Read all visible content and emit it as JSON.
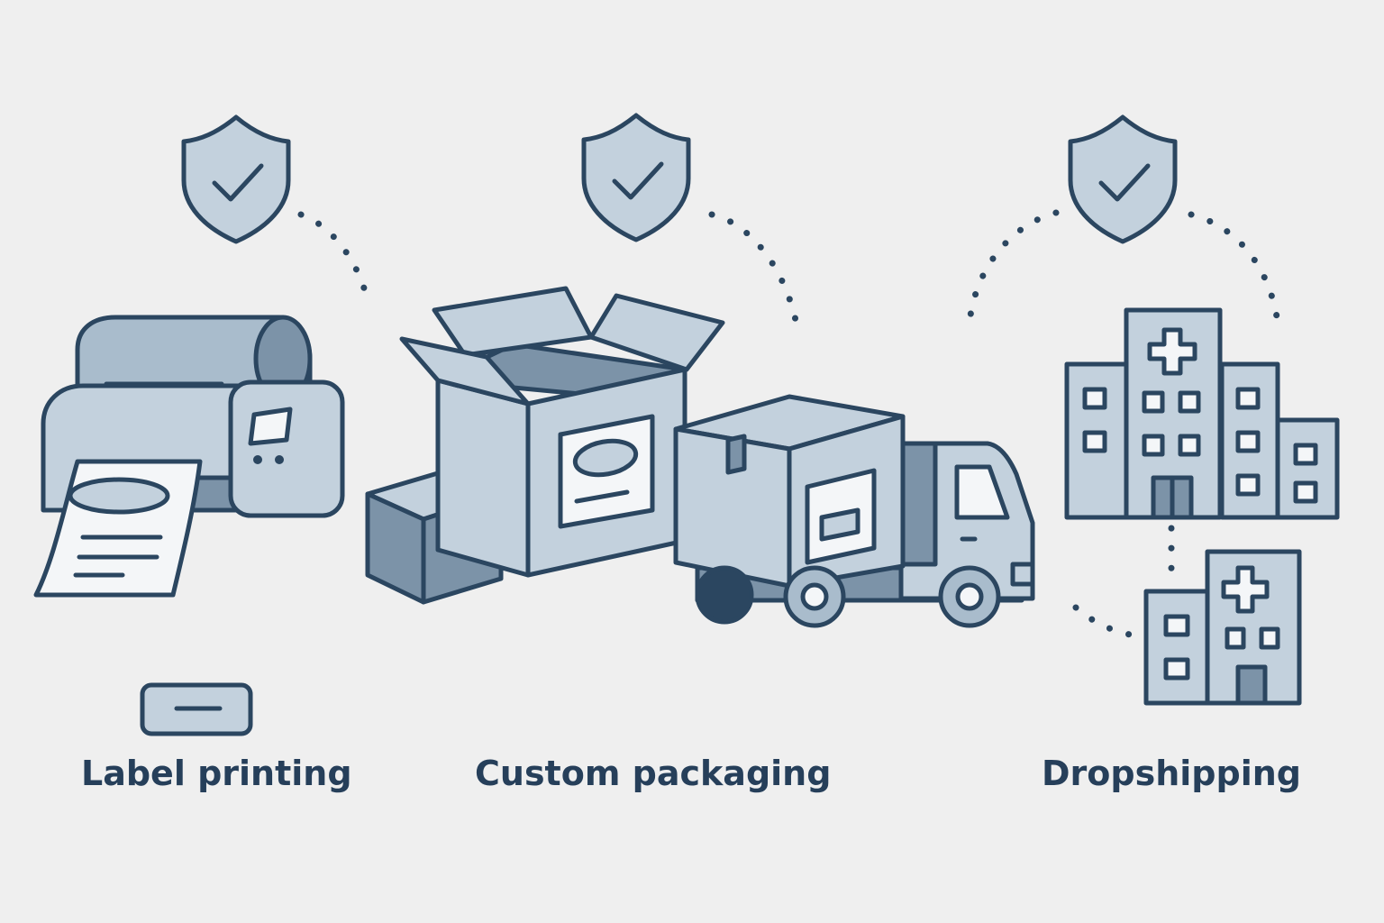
{
  "features": [
    {
      "label": "Label printing",
      "illustration": "label-printer"
    },
    {
      "label": "Custom packaging",
      "illustration": "boxes-and-truck"
    },
    {
      "label": "Dropshipping",
      "illustration": "buildings"
    }
  ],
  "icons": [
    "shield-check-icon",
    "label-printer-icon",
    "open-box-icon",
    "delivery-truck-icon",
    "hospital-building-icon"
  ],
  "colors": {
    "background": "#efefef",
    "outline": "#2b4660",
    "fill_light": "#c3d1dd",
    "fill_dark": "#7c93a8",
    "text": "#263f5a"
  }
}
